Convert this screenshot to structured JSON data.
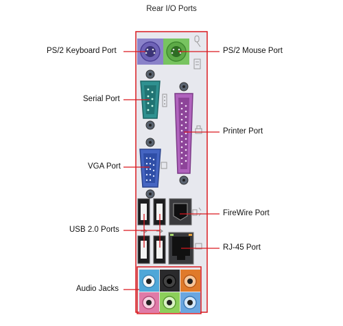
{
  "title": "Rear I/O Ports",
  "labels": {
    "ps2_keyboard": "PS/2 Keyboard Port",
    "ps2_mouse": "PS/2 Mouse Port",
    "serial": "Serial Port",
    "printer": "Printer Port",
    "vga": "VGA Port",
    "firewire": "FireWire Port",
    "usb": "USB 2.0 Ports",
    "rj45": "RJ-45 Port",
    "audio": "Audio Jacks"
  },
  "colors": {
    "frame": "#d9181f",
    "leader": "#d9181f",
    "plate": "#dcdde6",
    "keyboard_port": "#7b6fc4",
    "mouse_port": "#6fc15a",
    "serial_port": "#2b8c8a",
    "printer_port": "#a85ab5",
    "vga_port": "#3d5bb8",
    "audio_blue": "#4fa7d8",
    "audio_black": "#222222",
    "audio_orange": "#e07a2a",
    "audio_pink": "#e07aa7",
    "audio_green": "#8ccf5a",
    "audio_lightblue": "#6aa6e0"
  }
}
